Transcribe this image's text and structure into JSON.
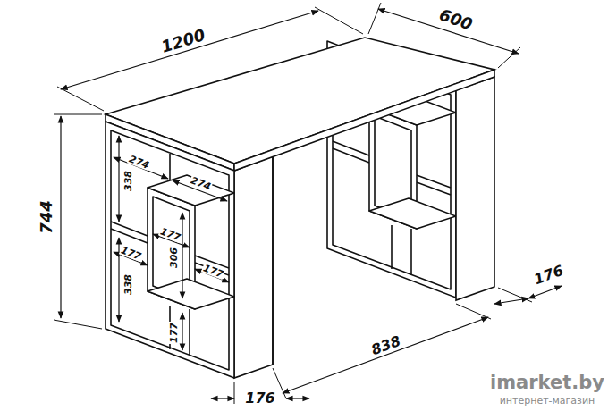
{
  "diagram": {
    "labels": [
      "1200",
      "600",
      "744",
      "274",
      "274",
      "338",
      "177",
      "177",
      "306",
      "177",
      "338",
      "177",
      "838",
      "176",
      "176",
      "imarket.by",
      "интернет-магазин"
    ]
  }
}
